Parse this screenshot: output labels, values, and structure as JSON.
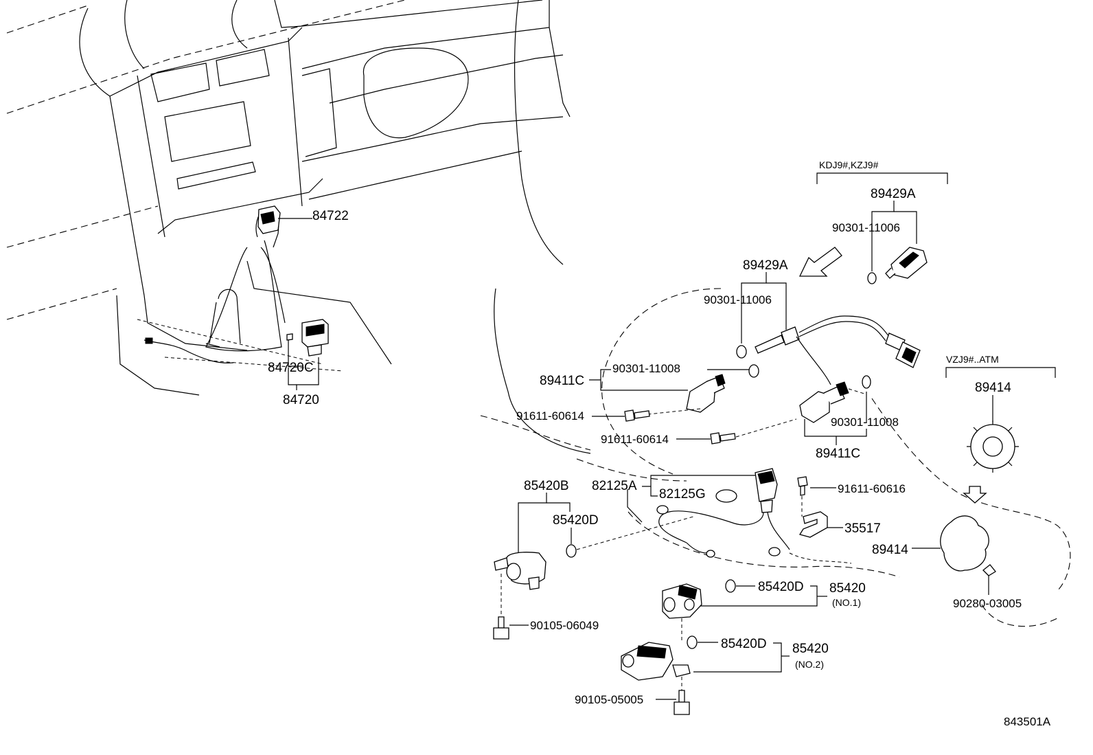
{
  "labels": {
    "p84722": "84722",
    "p84720C": "84720C",
    "p84720": "84720",
    "group_kdj": "KDJ9#,KZJ9#",
    "p89429A_top": "89429A",
    "p90301_11006_top": "90301-11006",
    "p89429A": "89429A",
    "p90301_11006": "90301-11006",
    "p90301_11008_a": "90301-11008",
    "p89411C_a": "89411C",
    "p91611_60614_a": "91611-60614",
    "p91611_60614_b": "91611-60614",
    "p90301_11008_b": "90301-11008",
    "p89411C_b": "89411C",
    "group_vzj": "VZJ9#..ATM",
    "p89414_top": "89414",
    "p85420B": "85420B",
    "p82125A": "82125A",
    "p82125G": "82125G",
    "p91611_60616": "91611-60616",
    "p85420D_a": "85420D",
    "p35517": "35517",
    "p89414": "89414",
    "p85420D_b": "85420D",
    "p85420_no1": "85420",
    "no1": "(NO.1)",
    "p90280_03005": "90280-03005",
    "p90105_06049": "90105-06049",
    "p85420D_c": "85420D",
    "p85420_no2": "85420",
    "no2": "(NO.2)",
    "p90105_05005": "90105-05005",
    "ref": "843501A"
  }
}
